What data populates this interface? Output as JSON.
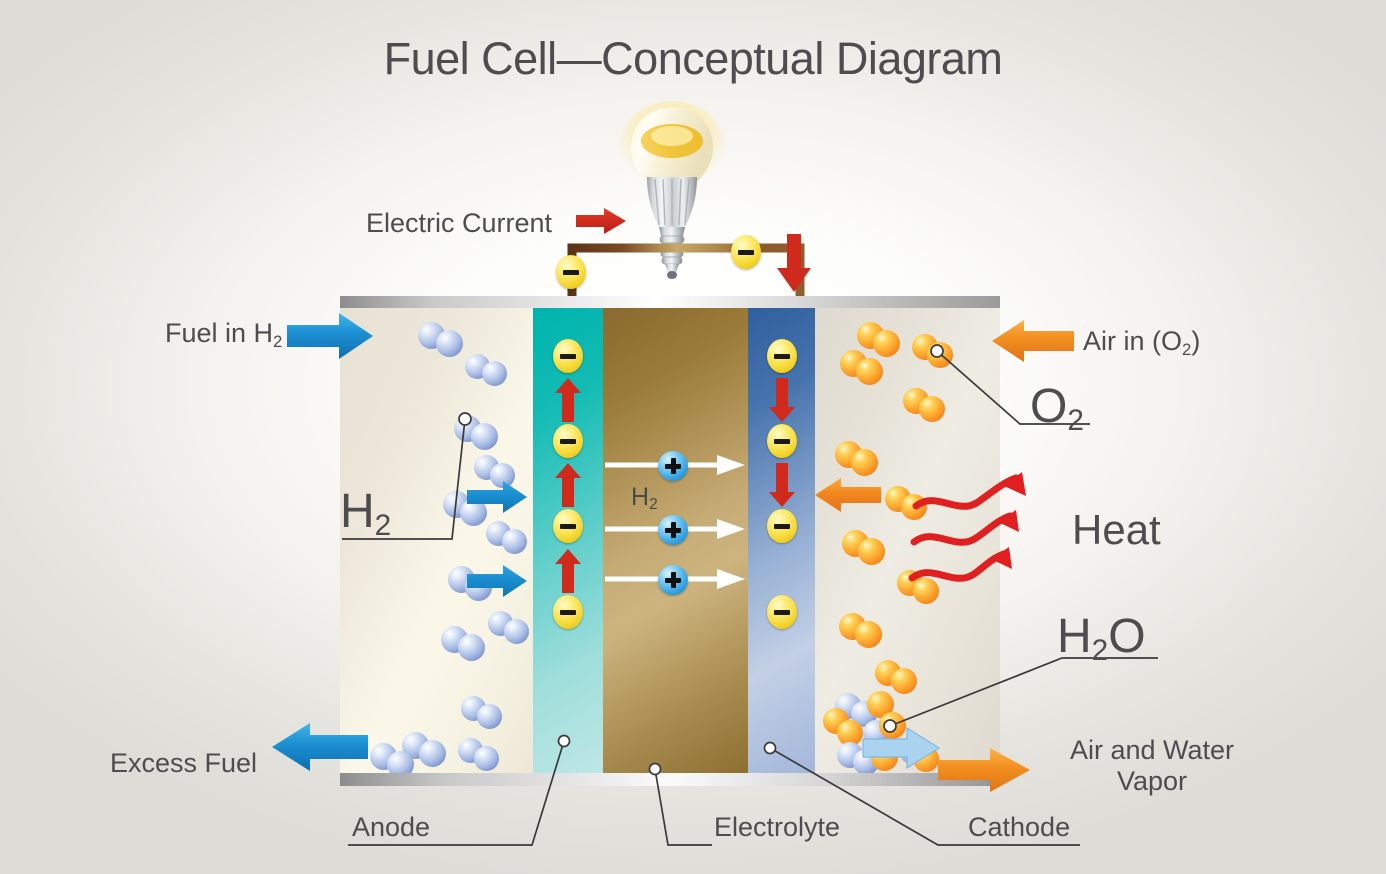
{
  "title": "Fuel Cell—Conceptual Diagram",
  "labels": {
    "electric_current": "Electric Current",
    "fuel_in": "Fuel in H",
    "fuel_in_sub": "2",
    "air_in": "Air in (O",
    "air_in_sub": "2",
    "air_in_close": ")",
    "h2_left": "H",
    "h2_left_sub": "2",
    "h2_mid": "H",
    "h2_mid_sub": "2",
    "o2_right": "O",
    "o2_right_sub": "2",
    "heat": "Heat",
    "h2o": "H",
    "h2o_sub": "2",
    "h2o_tail": "O",
    "excess_fuel": "Excess Fuel",
    "air_and_water": "Air and Water",
    "vapor": "Vapor",
    "anode": "Anode",
    "electrolyte": "Electrolyte",
    "cathode": "Cathode"
  },
  "colors": {
    "text": "#4d4d4f",
    "anode_layer": "#00b3ae",
    "electrolyte_layer": "#a98c4f",
    "cathode_layer": "#4673ad",
    "electron_yellow": "#f7db3c",
    "proton_blue": "#39a8e6",
    "red_arrow": "#d3291f",
    "heat_red": "#e02020",
    "blue_arrow": "#1b8fd0",
    "orange_arrow": "#f2912c",
    "wire_brown": "#6b3a1e",
    "background_edge": "#dedcd7",
    "background_center": "#ffffff"
  },
  "diagram": {
    "regions": [
      {
        "name": "anode-chamber",
        "label": "Fuel in H2 / Excess Fuel chamber"
      },
      {
        "name": "anode-layer",
        "label": "Anode"
      },
      {
        "name": "electrolyte-layer",
        "label": "Electrolyte"
      },
      {
        "name": "cathode-layer",
        "label": "Cathode"
      },
      {
        "name": "cathode-chamber",
        "label": "Air in (O2) / Air and Water Vapor chamber"
      }
    ],
    "electron_count_anode": 4,
    "electron_count_cathode": 4,
    "electron_count_circuit": 2,
    "proton_count": 3,
    "red_up_arrows": 3,
    "red_down_arrows": 2,
    "heat_wave_count": 3
  }
}
